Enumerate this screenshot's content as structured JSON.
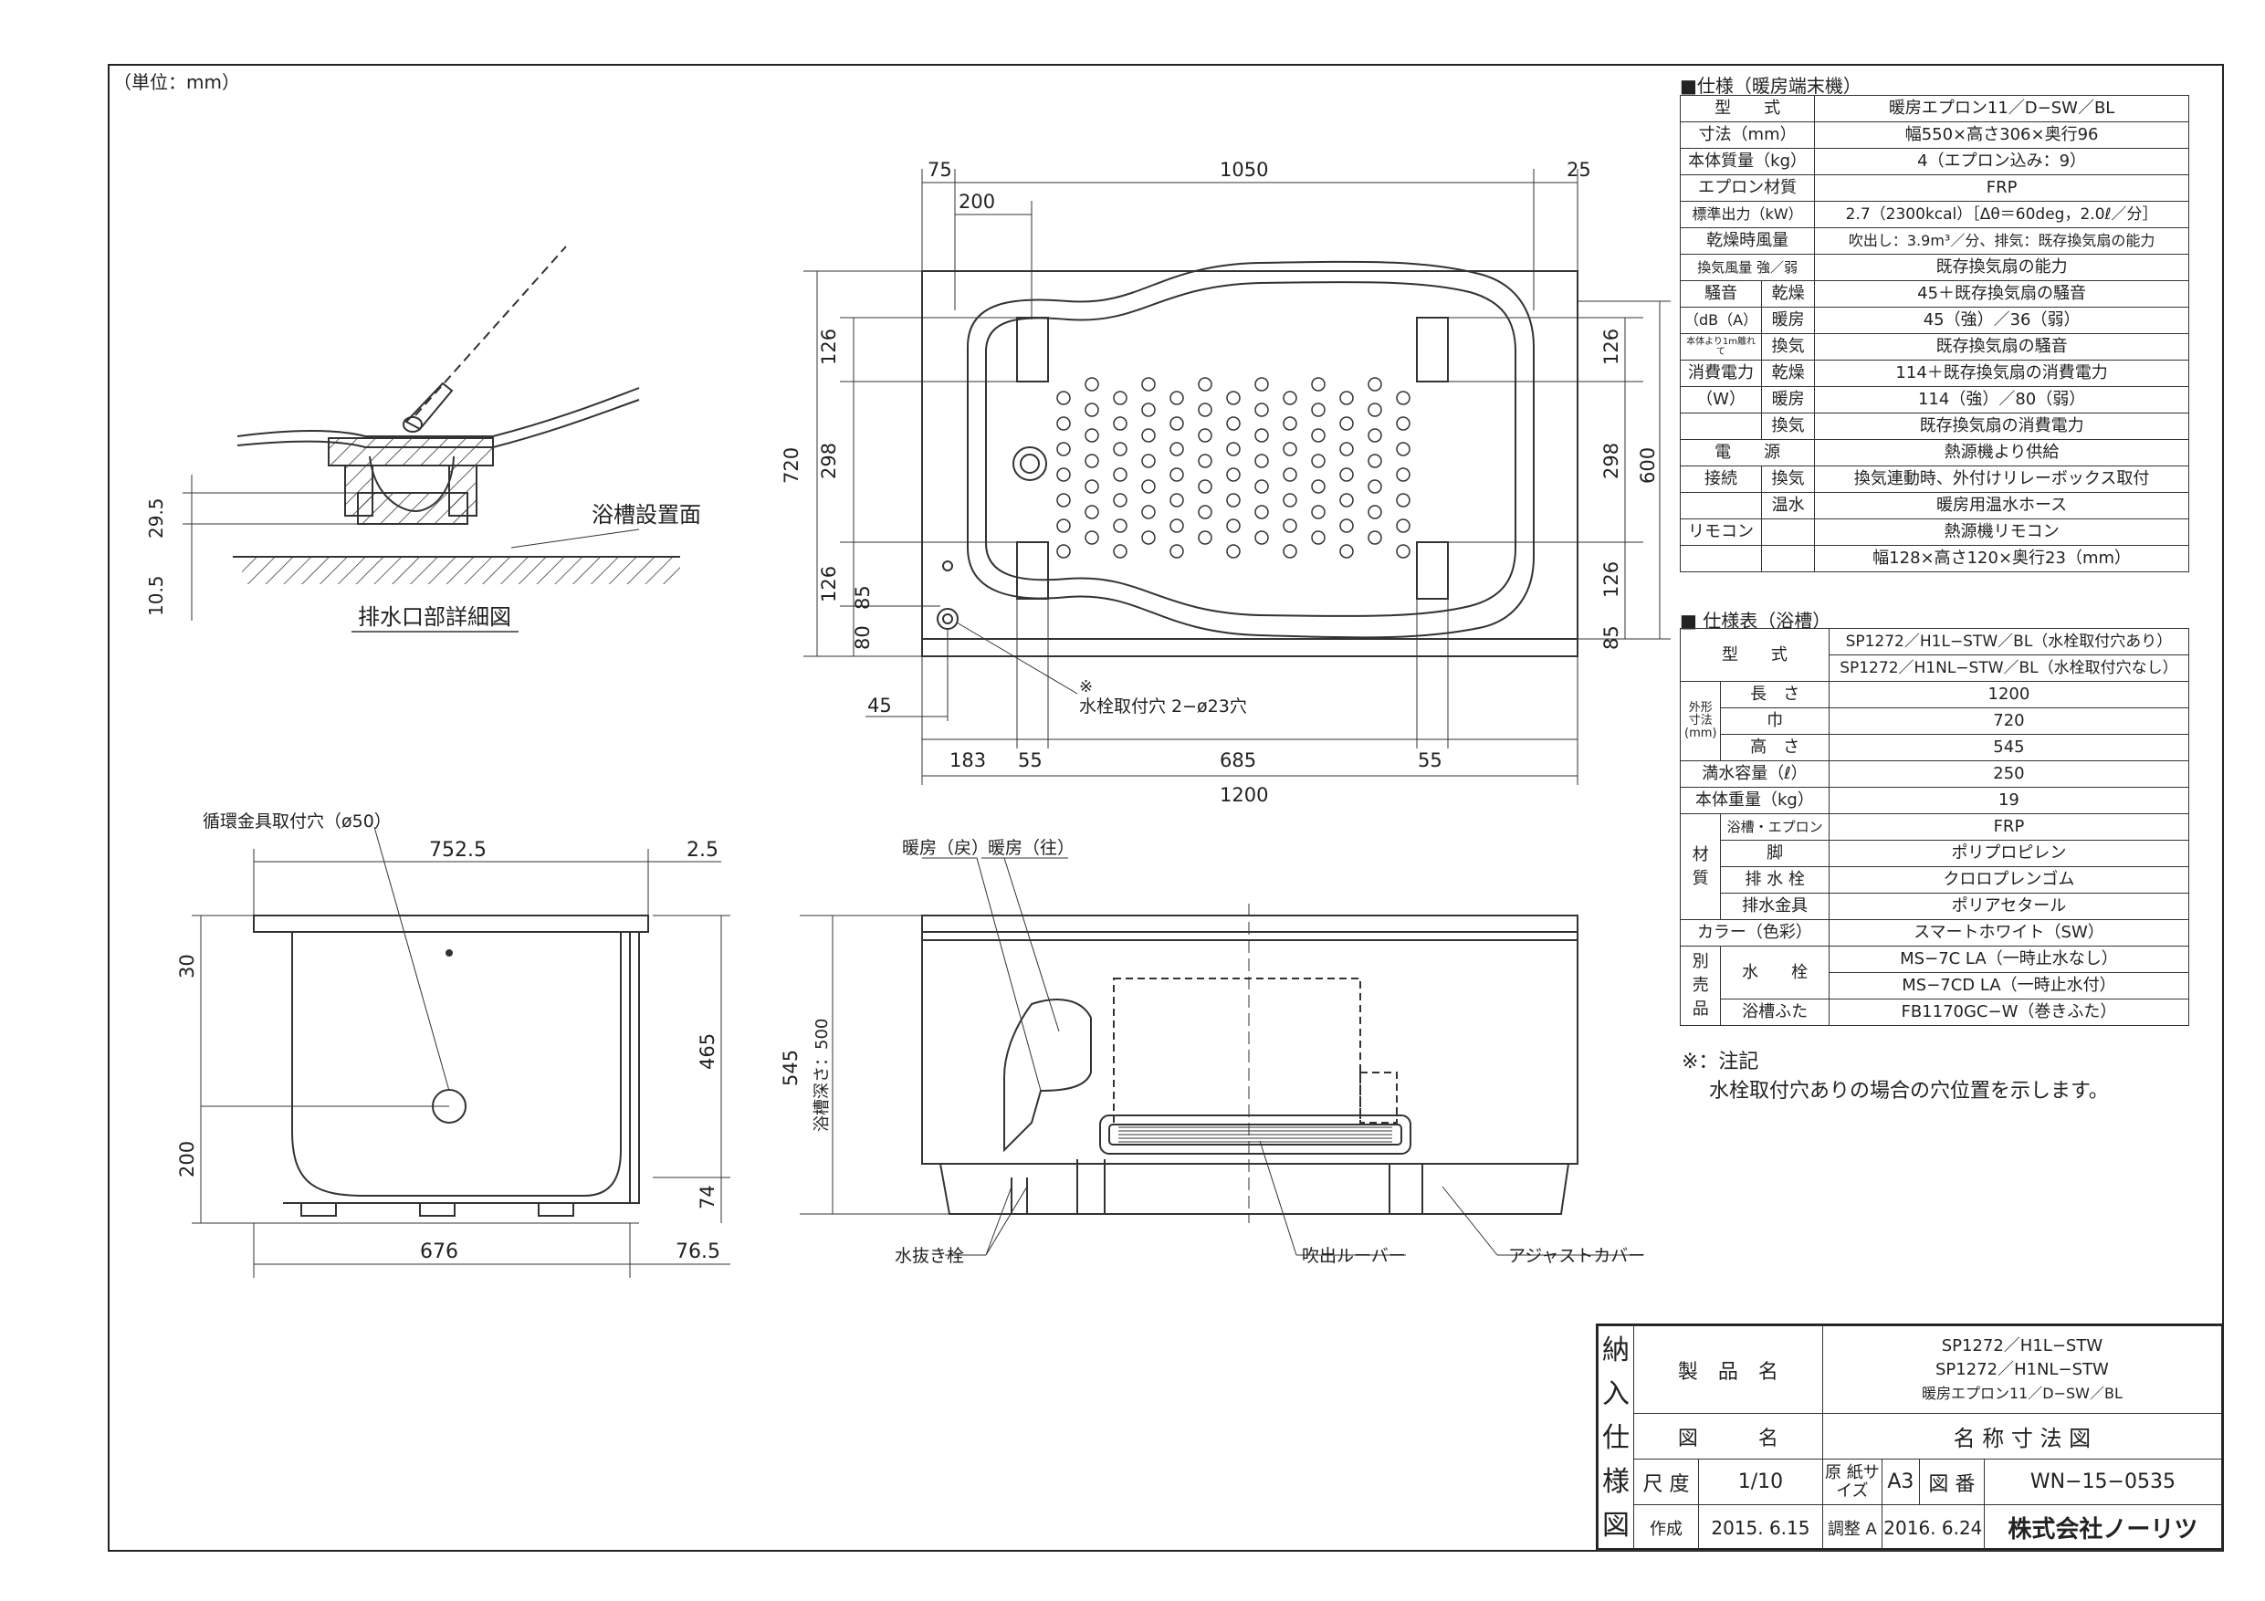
{
  "unit_label": "（単位：mm）",
  "spec_heater": {
    "title": "■仕様（暖房端末機）",
    "rows": [
      {
        "k": "型　　式",
        "v": "暖房エプロン11／D−SW／BL"
      },
      {
        "k": "寸法（mm）",
        "v": "幅550×高さ306×奥行96"
      },
      {
        "k": "本体質量（kg）",
        "v": "4（エプロン込み：9）"
      },
      {
        "k": "エプロン材質",
        "v": "FRP"
      },
      {
        "k": "標準出力（kW）",
        "v": "2.7（2300kcal）［Δθ＝60deg，2.0ℓ／分］"
      },
      {
        "k": "乾燥時風量",
        "v": "吹出し：3.9m³／分、排気：既存換気扇の能力"
      },
      {
        "k": "換気風量 強／弱",
        "v": "既存換気扇の能力"
      },
      {
        "k1": "騒音",
        "k2": "乾燥",
        "v": "45＋既存換気扇の騒音"
      },
      {
        "k1": "（dB（A）",
        "k2": "暖房",
        "v": "45（強）／36（弱）"
      },
      {
        "k1": "本体より1m離れて",
        "k2": "換気",
        "v": "既存換気扇の騒音"
      },
      {
        "k1": "消費電力",
        "k2": "乾燥",
        "v": "114＋既存換気扇の消費電力"
      },
      {
        "k1": "（W）",
        "k2": "暖房",
        "v": "114（強）／80（弱）"
      },
      {
        "k1": "",
        "k2": "換気",
        "v": "既存換気扇の消費電力"
      },
      {
        "k": "電　　源",
        "v": "熱源機より供給"
      },
      {
        "k1": "接続",
        "k2": "換気",
        "v": "換気連動時、外付けリレーボックス取付"
      },
      {
        "k1": "",
        "k2": "温水",
        "v": "暖房用温水ホース"
      },
      {
        "k1": "リモコン",
        "k2": "",
        "v": "熱源機リモコン"
      },
      {
        "k1": "",
        "k2": "",
        "v": "幅128×高さ120×奥行23（mm）"
      }
    ]
  },
  "spec_tub": {
    "title": "■ 仕様表（浴槽）",
    "model_key": "型　　式",
    "model_1": "SP1272／H1L−STW／BL（水栓取付穴あり）",
    "model_2": "SP1272／H1NL−STW／BL（水栓取付穴なし）",
    "dim_key": "外形寸法(mm)",
    "length_k": "長　さ",
    "length_v": "1200",
    "width_k": "巾",
    "width_v": "720",
    "height_k": "高　さ",
    "height_v": "545",
    "capacity_k": "満水容量（ℓ）",
    "capacity_v": "250",
    "weight_k": "本体重量（kg）",
    "weight_v": "19",
    "material_key": "材質",
    "mat_rows": [
      {
        "k": "浴槽・エプロン",
        "v": "FRP"
      },
      {
        "k": "脚",
        "v": "ポリプロピレン"
      },
      {
        "k": "排 水 栓",
        "v": "クロロプレンゴム"
      },
      {
        "k": "排水金具",
        "v": "ポリアセタール"
      }
    ],
    "color_k": "カラー（色彩）",
    "color_v": "スマートホワイト（SW）",
    "sold_key": "別売品",
    "faucet_k": "水　　栓",
    "faucet_v1": "MS−7C LA（一時止水なし）",
    "faucet_v2": "MS−7CD LA（一時止水付）",
    "lid_k": "浴槽ふた",
    "lid_v": "FB1170GC−W（巻きふた）"
  },
  "note": {
    "line1": "※：注記",
    "line2": "水栓取付穴ありの場合の穴位置を示します。"
  },
  "detail": {
    "caption": "排水口部詳細図",
    "install_label": "浴槽設置面",
    "dim_a": "29.5",
    "dim_b": "10.5"
  },
  "top_view": {
    "dims_top": [
      "75",
      "1050",
      "25",
      "200"
    ],
    "dims_left": [
      "720",
      "126",
      "298",
      "126",
      "85",
      "80"
    ],
    "dims_right": [
      "600",
      "126",
      "298",
      "126",
      "85"
    ],
    "dims_bottom": [
      "45",
      "183",
      "55",
      "685",
      "55",
      "1200"
    ],
    "hole_note_1": "※",
    "hole_note_2": "水栓取付穴 2−ø23穴"
  },
  "side_view": {
    "label_hole": "循環金具取付穴（ø50）",
    "dims": [
      "752.5",
      "2.5",
      "30",
      "465",
      "200",
      "74",
      "676",
      "76.5"
    ]
  },
  "front_view": {
    "label_return": "暖房（戻）",
    "label_supply": "暖房（往）",
    "depth_label": "浴槽深さ：500",
    "dim_545": "545",
    "label_drain": "水抜き栓",
    "label_louver": "吹出ルーバー",
    "label_cover": "アジャストカバー"
  },
  "title_block": {
    "side_chars": [
      "納",
      "入",
      "仕",
      "様",
      "図"
    ],
    "product_key": "製　品　名",
    "product_1": "SP1272／H1L−STW",
    "product_2": "SP1272／H1NL−STW",
    "product_3": "暖房エプロン11／D−SW／BL",
    "drawing_key": "図　　　名",
    "drawing_v": "名 称 寸 法 図",
    "scale_key": "尺 度",
    "scale_v": "1/10",
    "paper_key": "原 紙サイズ",
    "paper_v": "A3",
    "number_key": "図 番",
    "number_v": "WN−15−0535",
    "made_key": "作成",
    "made_v": "2015. 6.15",
    "rev_key": "調整",
    "rev_mark": "A",
    "rev_v": "2016. 6.24",
    "company": "株式会社ノーリツ"
  }
}
